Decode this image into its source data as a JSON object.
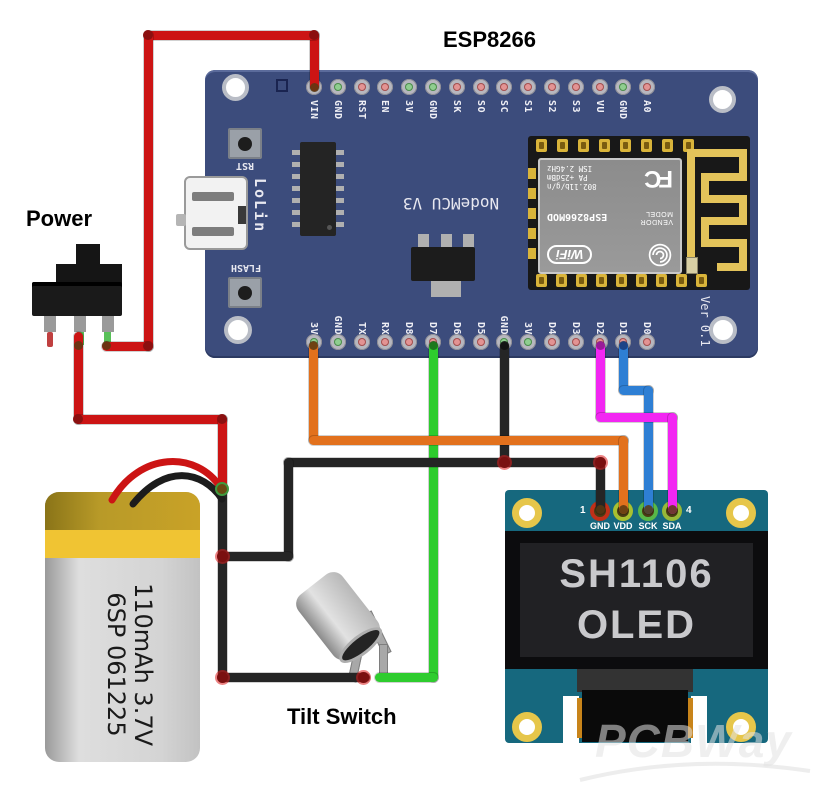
{
  "title": "ESP8266",
  "section_labels": {
    "power": "Power",
    "tilt_switch": "Tilt Switch"
  },
  "nodemcu": {
    "silkscreen": {
      "brand": "LoLin",
      "model": "NodeMCU V3",
      "version": "Ver 0.1",
      "rst_button": "RST",
      "flash_button": "FLASH"
    },
    "top_pins": [
      "VIN",
      "GND",
      "RST",
      "EN",
      "3V",
      "GND",
      "SK",
      "SO",
      "SC",
      "S1",
      "S2",
      "S3",
      "VU",
      "GND",
      "A0"
    ],
    "bottom_pins": [
      "3V",
      "GND",
      "TX",
      "RX",
      "D8",
      "D7",
      "D6",
      "D5",
      "GND",
      "3V",
      "D4",
      "D3",
      "D2",
      "D1",
      "D0"
    ],
    "esp_module": {
      "fcc_logo": "FC",
      "cert_lines": [
        "802.11b/g/n",
        "PA  +25dBm",
        "ISM  2.4GHz"
      ],
      "vendor_label": "VENDOR",
      "model_label": "MODEL",
      "chip_model": "ESP8266MOD",
      "wifi_logo": "WiFi"
    }
  },
  "oled": {
    "pin_numbers": {
      "first": "1",
      "last": "4"
    },
    "pins": [
      "GND",
      "VDD",
      "SCK",
      "SDA"
    ],
    "display_lines": [
      "SH1106",
      "OLED"
    ],
    "watermark": "PCBWay"
  },
  "battery": {
    "spec": "110mAh 3.7V",
    "model": "6SP 061225"
  },
  "colors": {
    "board_blue": "#3c4c7c",
    "esp_black": "#181818",
    "antenna_gold": "#e3c35a",
    "shield_gray": "#929292",
    "oled_teal": "#16687e",
    "oled_text": "#c9c9cc",
    "wire_red": "#cc1414",
    "wire_black": "#252525",
    "wire_orange": "#e2711d",
    "wire_green": "#2ecc2e",
    "wire_blue": "#2e7fd4",
    "wire_magenta": "#f226f2",
    "battery_gray": "#d4d4d4",
    "battery_gold": "#c9a227"
  },
  "wires": [
    {
      "color": "red",
      "hex": "#cc1414",
      "from": "power-switch-right-pin",
      "to": "nodemcu-VIN"
    },
    {
      "color": "red",
      "hex": "#cc1414",
      "from": "battery-positive",
      "to": "power-switch-middle-pin"
    },
    {
      "color": "black",
      "hex": "#252525",
      "from": "battery-negative",
      "to": "nodemcu-GND / oled-GND / tilt-switch"
    },
    {
      "color": "orange",
      "hex": "#e2711d",
      "from": "nodemcu-3V",
      "to": "oled-VDD"
    },
    {
      "color": "green",
      "hex": "#2ecc2e",
      "from": "nodemcu-D7",
      "to": "tilt-switch"
    },
    {
      "color": "blue",
      "hex": "#2e7fd4",
      "from": "nodemcu-D1",
      "to": "oled-SCK"
    },
    {
      "color": "magenta",
      "hex": "#f226f2",
      "from": "nodemcu-D2",
      "to": "oled-SDA"
    }
  ]
}
